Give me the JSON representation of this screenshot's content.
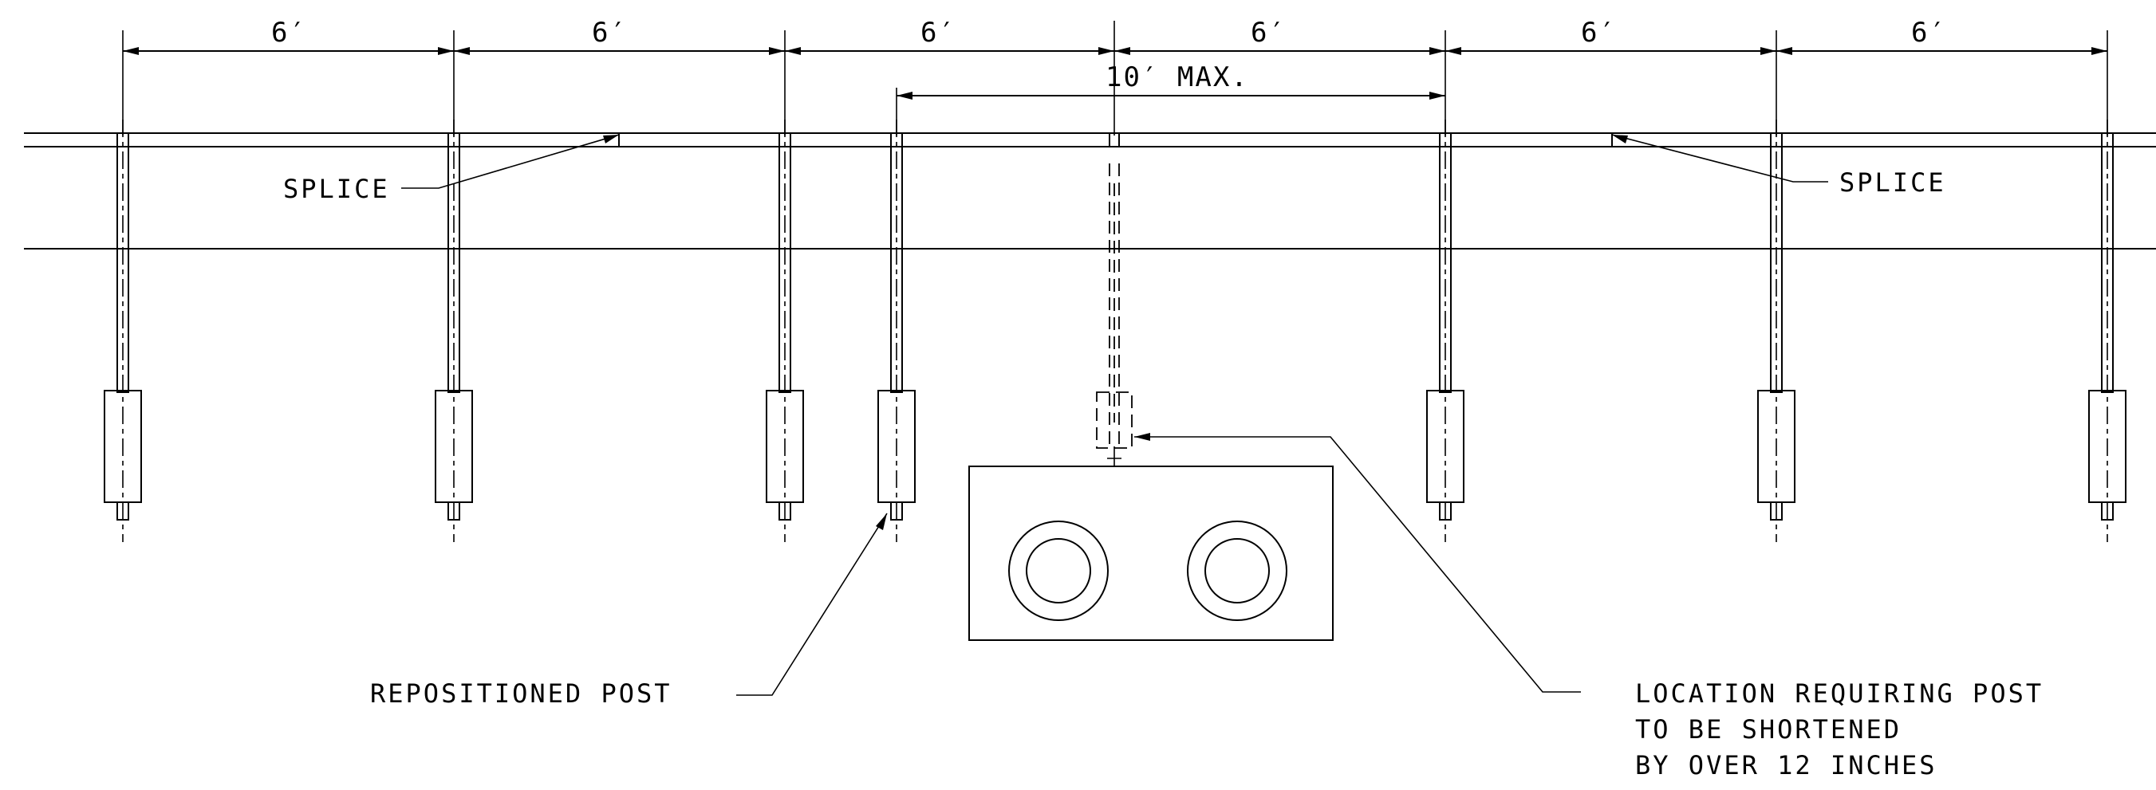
{
  "dimensions": {
    "spacing_label": "6′",
    "max_label": "10′ MAX."
  },
  "notes": {
    "splice_left": "SPLICE",
    "splice_right": "SPLICE",
    "repositioned_post": "REPOSITIONED POST",
    "location_line1": "LOCATION REQUIRING POST",
    "location_line2": "TO BE SHORTENED",
    "location_line3": "BY OVER 12 INCHES"
  }
}
